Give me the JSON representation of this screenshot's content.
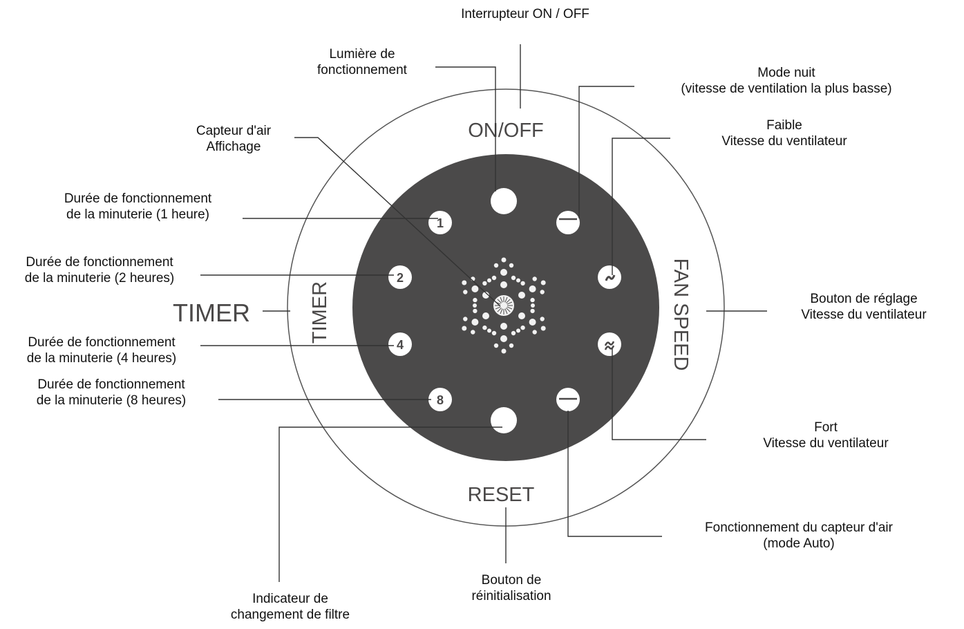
{
  "panel": {
    "top_label": "ON/OFF",
    "bottom_label": "RESET",
    "left_label": "TIMER",
    "right_label": "FAN SPEED",
    "outside_label": "TIMER",
    "timer_buttons": [
      "1",
      "2",
      "4",
      "8"
    ],
    "colors": {
      "disc": "#4b4a4a",
      "ring": "#555555",
      "button": "#ffffff"
    }
  },
  "callouts": {
    "power_switch": [
      "Interrupteur ON / OFF"
    ],
    "operation_light": [
      "Lumière de",
      "fonctionnement"
    ],
    "night_mode": [
      "Mode nuit",
      "(vitesse de ventilation la plus basse)"
    ],
    "low_speed": [
      "Faible",
      "Vitesse du ventilateur"
    ],
    "air_sensor_display": [
      "Capteur d'air",
      "Affichage"
    ],
    "timer_1h": [
      "Durée de fonctionnement",
      "de la minuterie (1 heure)"
    ],
    "timer_2h": [
      "Durée de fonctionnement",
      "de la minuterie (2 heures)"
    ],
    "timer_4h": [
      "Durée de fonctionnement",
      "de la minuterie (4 heures)"
    ],
    "timer_8h": [
      "Durée de fonctionnement",
      "de la minuterie (8 heures)"
    ],
    "fan_speed_button": [
      "Bouton de réglage",
      "Vitesse du ventilateur"
    ],
    "high_speed": [
      "Fort",
      "Vitesse du ventilateur"
    ],
    "auto_mode": [
      "Fonctionnement du capteur d'air",
      "(mode Auto)"
    ],
    "reset_button": [
      "Bouton de",
      "réinitialisation"
    ],
    "filter_indicator": [
      "Indicateur de",
      "changement de filtre"
    ]
  }
}
